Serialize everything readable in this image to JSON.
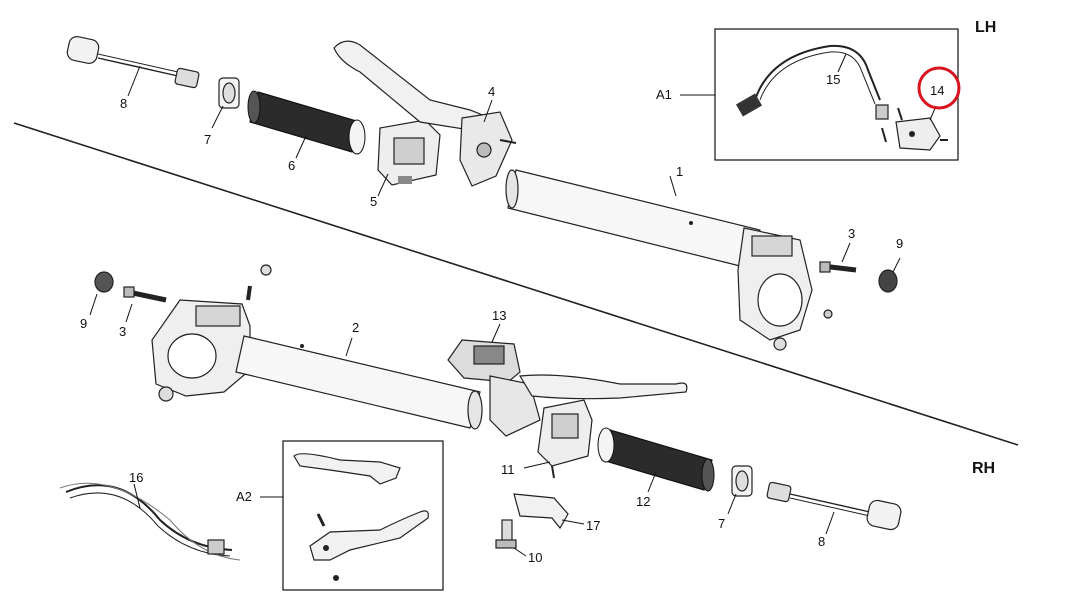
{
  "side_labels": {
    "left": "LH",
    "right": "RH"
  },
  "callouts": {
    "p1": "1",
    "p2": "2",
    "p3a": "3",
    "p3b": "3",
    "p4": "4",
    "p5": "5",
    "p6": "6",
    "p7a": "7",
    "p7b": "7",
    "p8a": "8",
    "p8b": "8",
    "p9a": "9",
    "p9b": "9",
    "p10": "10",
    "p11": "11",
    "p12": "12",
    "p13": "13",
    "p14": "14",
    "p15": "15",
    "p16": "16",
    "p17": "17"
  },
  "assemblies": {
    "a1": "A1",
    "a2": "A2"
  },
  "highlight": {
    "part": "14",
    "color": "#d9141e"
  }
}
